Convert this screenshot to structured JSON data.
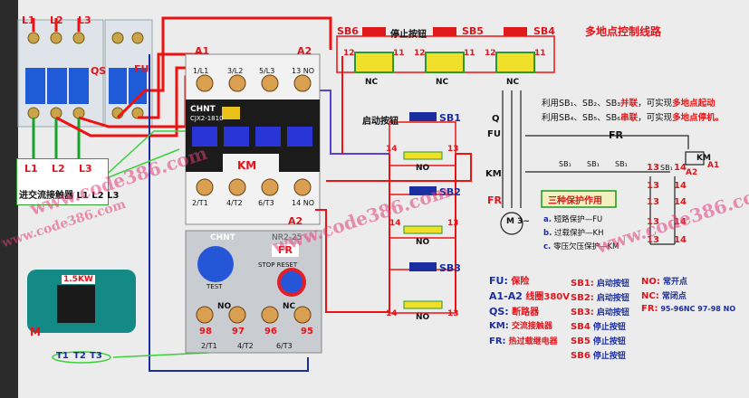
{
  "title": "多地点控制线路",
  "labels": {
    "L1": "L1",
    "L2": "L2",
    "L3": "L3",
    "QS": "QS",
    "FU": "FU"
  },
  "callout": {
    "caption": "进交流接触器 L1 L2 L3"
  },
  "contactor": {
    "a1": "A1",
    "a2": "A2",
    "top_terms": [
      "1/L1",
      "3/L2",
      "5/L3",
      "13 NO"
    ],
    "bottom_terms": [
      "2/T1",
      "4/T2",
      "6/T3",
      "14 NO"
    ],
    "brand": "CHNT",
    "model": "CJX2-1810",
    "km": "KM"
  },
  "relay": {
    "brand": "CHNT",
    "model": "NR2-25",
    "fr": "FR",
    "stop_reset": "STOP RESET",
    "test": "TEST",
    "no": "NO",
    "nc": "NC",
    "t98": "98",
    "t97": "97",
    "t96": "96",
    "t95": "95",
    "bottom_terms": [
      "2/T1",
      "4/T2",
      "6/T3"
    ]
  },
  "motor": {
    "power": "1.5KW",
    "m": "M",
    "t1": "T1",
    "t2": "T2",
    "t3": "T3"
  },
  "stop_buttons_caption": "停止按钮",
  "stop_buttons": [
    {
      "name": "SB6"
    },
    {
      "name": "SB5"
    },
    {
      "name": "SB4"
    }
  ],
  "start_buttons_caption": "启动按钮",
  "start_buttons": [
    {
      "name": "SB1"
    },
    {
      "name": "SB2"
    },
    {
      "name": "SB3"
    }
  ],
  "terminals": {
    "t11": "11",
    "t12": "12",
    "t13": "13",
    "t14": "14",
    "nc": "NC",
    "no": "NO"
  },
  "notes": {
    "parallel_prefix": "利用SB₁、SB₂、SB₃",
    "parallel_key": "并联",
    "parallel_mid": "，可实现",
    "parallel_end": "多地点起动",
    "series_prefix": "利用SB₄、SB₅、SB₆",
    "series_key": "串联",
    "series_mid": "，可实现",
    "series_end": "多地点停机。"
  },
  "schematic": {
    "q": "Q",
    "fu": "FU",
    "km": "KM",
    "fr": "FR",
    "motor": "M 3~",
    "sb1": "SB₁"
  },
  "protection": {
    "title": "三种保护作用",
    "items": [
      {
        "key": "a.",
        "text": " 短路保护—FU"
      },
      {
        "key": "b.",
        "text": " 过载保护—KH"
      },
      {
        "key": "c.",
        "text": " 零压欠压保护—KM"
      }
    ]
  },
  "legend": [
    {
      "key": "FU:",
      "text": " 保险"
    },
    {
      "key": "A1-A2",
      "text": " 线圈380V"
    },
    {
      "key": "QS:",
      "text": " 断路器"
    },
    {
      "key": "KM:",
      "text": " 交流接触器"
    },
    {
      "key": "FR:",
      "text": " 热过载继电器"
    },
    {
      "key": "SB1:",
      "text": " 启动按钮"
    },
    {
      "key": "SB2:",
      "text": " 启动按钮"
    },
    {
      "key": "SB3:",
      "text": " 启动按钮"
    },
    {
      "key": "SB4",
      "text": " 停止按钮"
    },
    {
      "key": "SB5",
      "text": " 停止按钮"
    },
    {
      "key": "SB6",
      "text": " 停止按钮"
    },
    {
      "key": "NO:",
      "text": " 常开点"
    },
    {
      "key": "NC:",
      "text": " 常闭点"
    },
    {
      "key": "FR:",
      "text": " 95-96NC  97-98 NO"
    }
  ],
  "watermark": "www.code386.com"
}
